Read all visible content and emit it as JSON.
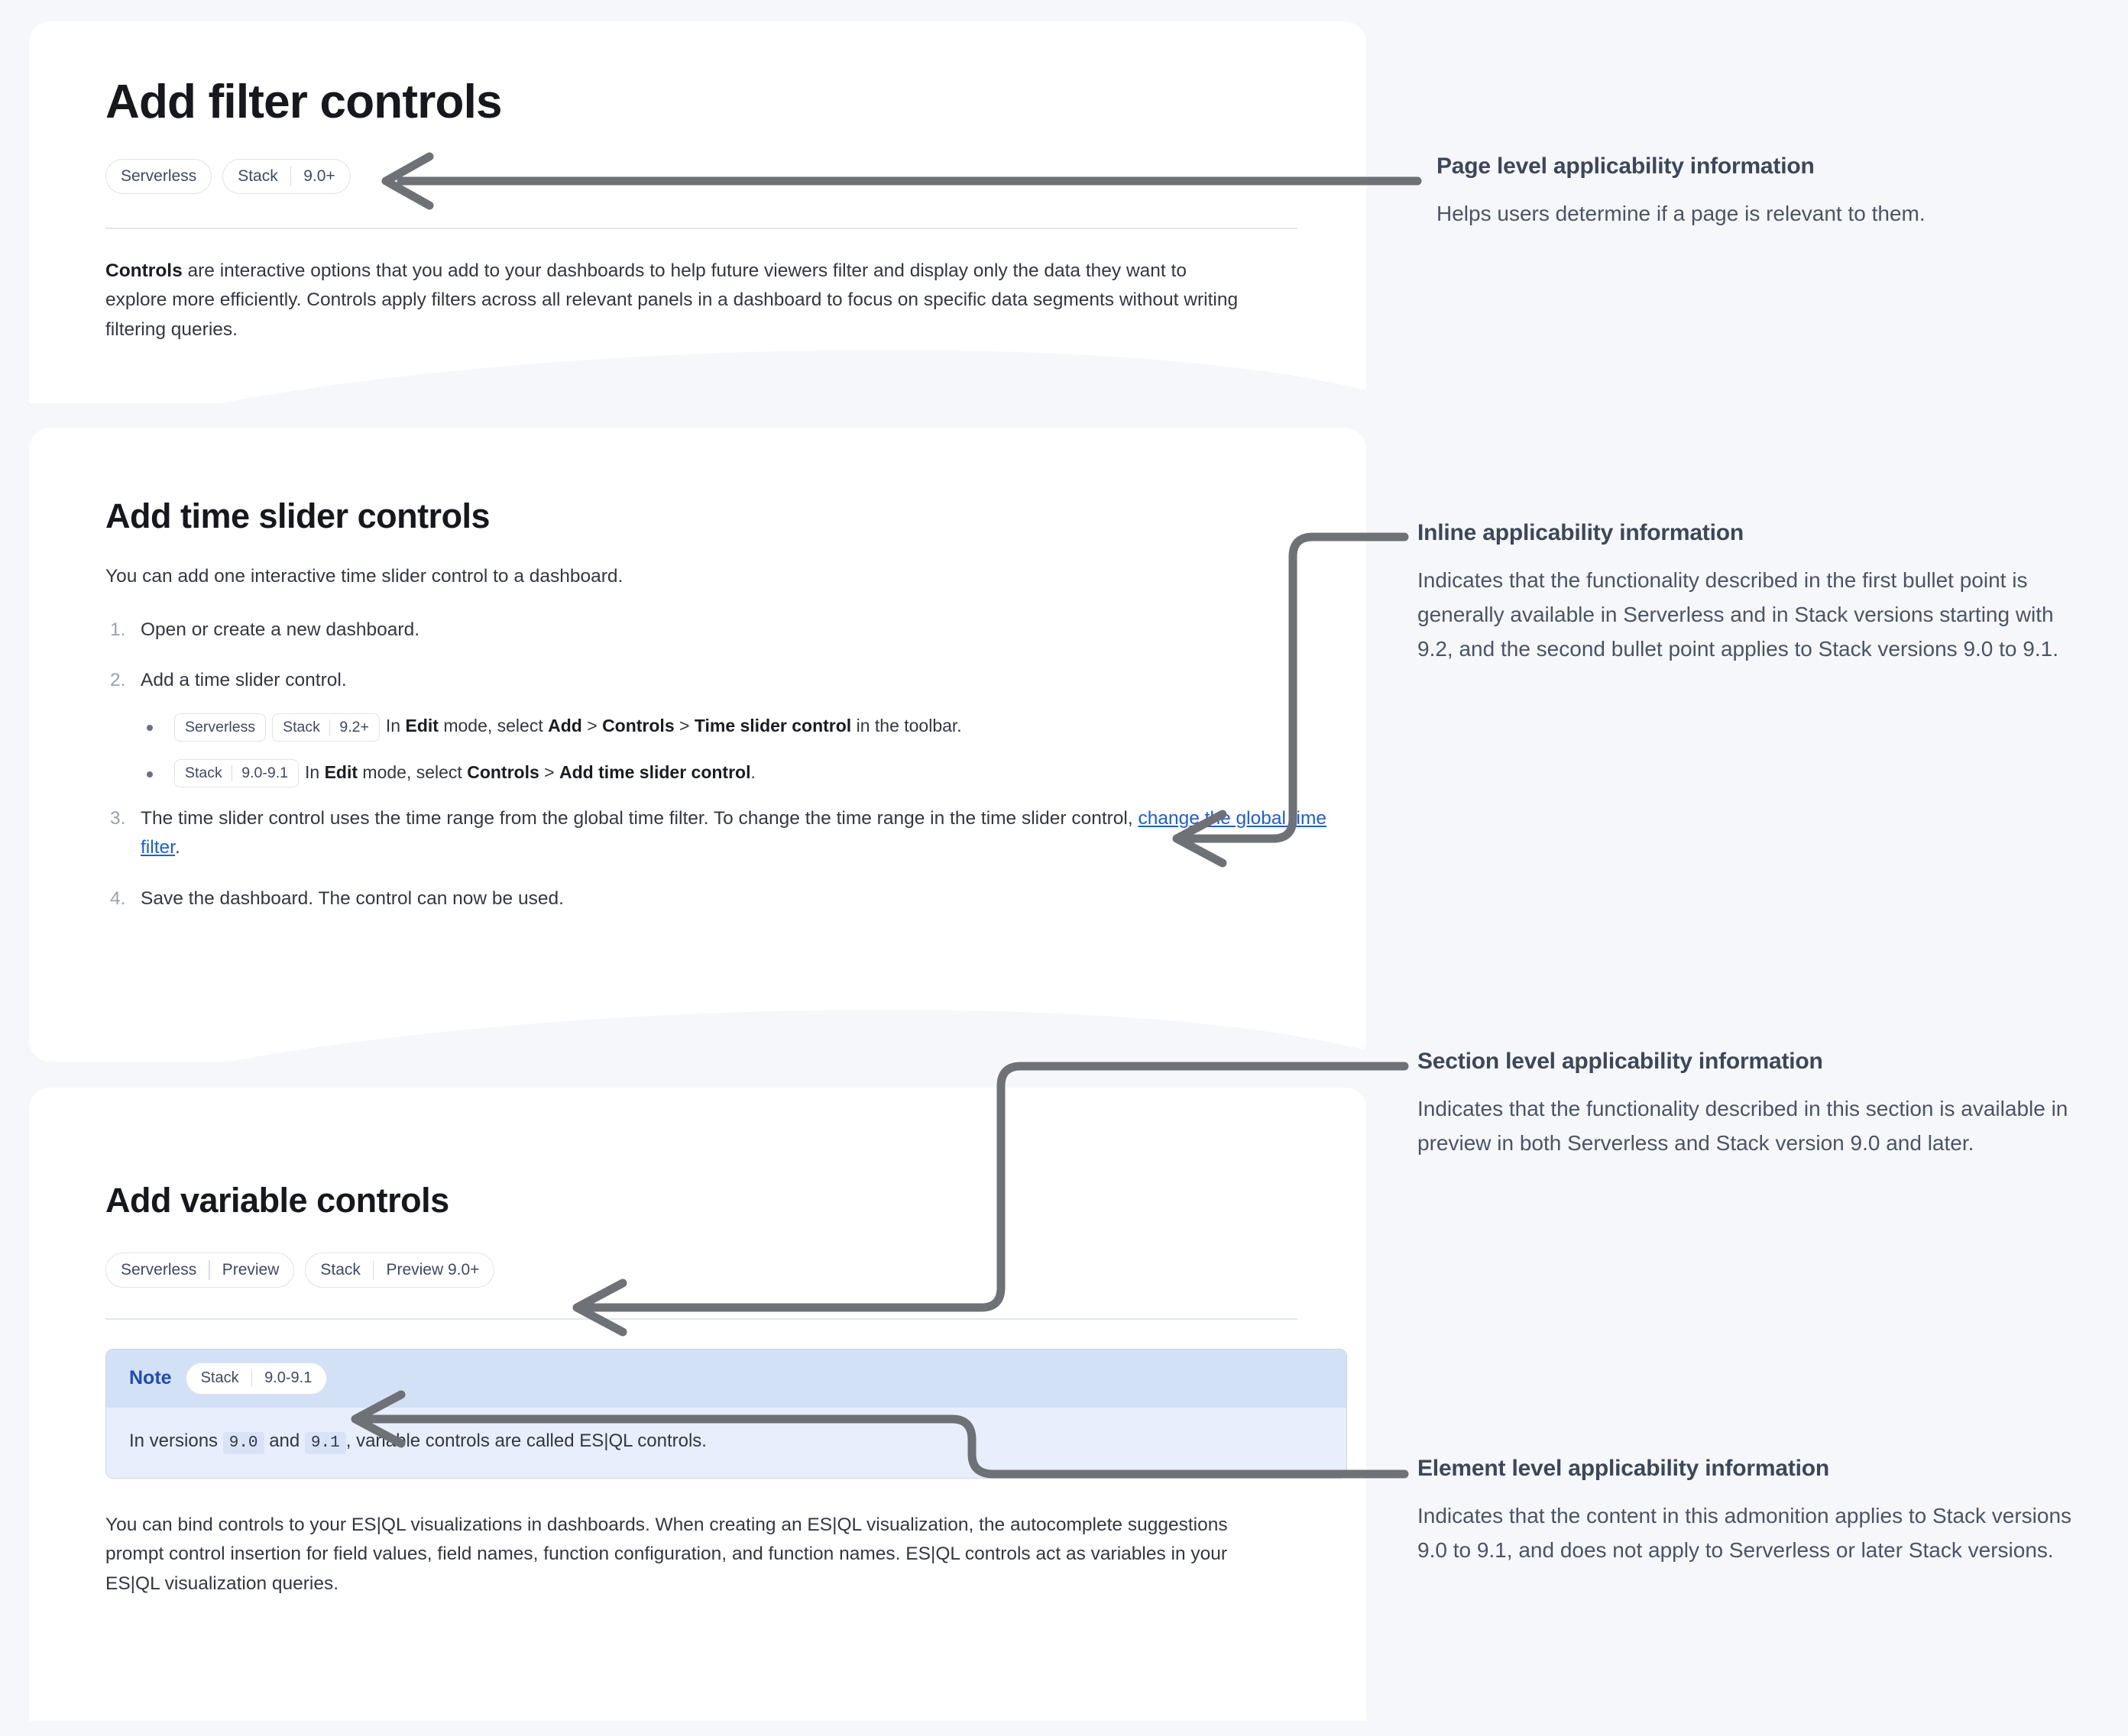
{
  "theme": {
    "page_bg": "#f6f7fb",
    "card_bg": "#ffffff",
    "heading_color": "#16181d",
    "body_color": "#343741",
    "link_color": "#1a5de0",
    "badge_text": "#3d4a63",
    "badge_border": "#e0e3ee",
    "note_header_bg": "#d3e1f7",
    "note_body_bg": "#e8eefc",
    "note_border": "#c5d6f2",
    "note_label_color": "#1e4bb8",
    "annotation_heading": "#3c4759",
    "annotation_body": "#4a5466",
    "connector_color": "#6e7175"
  },
  "doc": {
    "page_title": "Add filter controls",
    "page_badges": [
      {
        "product": "Serverless",
        "version": ""
      },
      {
        "product": "Stack",
        "version": "9.0+"
      }
    ],
    "intro": {
      "lead": "Controls",
      "rest": " are interactive options that you add to your dashboards to help future viewers filter and display only the data they want to explore more efficiently. Controls apply filters across all relevant panels in a dashboard to focus on specific data segments without writing filtering queries."
    },
    "section_time_slider": {
      "title": "Add time slider controls",
      "intro": "You can add one interactive time slider control to a dashboard.",
      "steps": [
        {
          "num": "1.",
          "text": "Open or create a new dashboard."
        },
        {
          "num": "2.",
          "text": "Add a time slider control."
        },
        {
          "num": "3.",
          "text": "The time slider control uses the time range from the global time filter. To change the time range in the time slider control, ",
          "link": "change the global time filter",
          "tail": "."
        },
        {
          "num": "4.",
          "text": "Save the dashboard. The control can now be used."
        }
      ],
      "bullets": [
        {
          "badges": [
            {
              "product": "Serverless",
              "version": ""
            },
            {
              "product": "Stack",
              "version": "9.2+"
            }
          ],
          "parts": [
            {
              "t": "In ",
              "b": false
            },
            {
              "t": "Edit",
              "b": true
            },
            {
              "t": " mode, select ",
              "b": false
            },
            {
              "t": "Add",
              "b": true
            },
            {
              "t": " > ",
              "b": false
            },
            {
              "t": "Controls",
              "b": true
            },
            {
              "t": " > ",
              "b": false
            },
            {
              "t": "Time slider control",
              "b": true
            },
            {
              "t": " in the toolbar.",
              "b": false
            }
          ]
        },
        {
          "badges": [
            {
              "product": "Stack",
              "version": "9.0-9.1"
            }
          ],
          "parts": [
            {
              "t": "In ",
              "b": false
            },
            {
              "t": "Edit",
              "b": true
            },
            {
              "t": " mode, select ",
              "b": false
            },
            {
              "t": "Controls",
              "b": true
            },
            {
              "t": " > ",
              "b": false
            },
            {
              "t": "Add time slider control",
              "b": true
            },
            {
              "t": ".",
              "b": false
            }
          ]
        }
      ]
    },
    "section_variable": {
      "title": "Add variable controls",
      "badges": [
        {
          "product": "Serverless",
          "version": "Preview"
        },
        {
          "product": "Stack",
          "version": "Preview 9.0+"
        }
      ],
      "note": {
        "label": "Note",
        "badge": {
          "product": "Stack",
          "version": "9.0-9.1"
        },
        "body_pre": "In versions ",
        "code_1": "9.0",
        "body_mid": " and ",
        "code_2": "9.1",
        "body_post": ", variable controls are called ES|QL controls."
      },
      "paragraph": "You can bind controls to your ES|QL visualizations in dashboards. When creating an ES|QL visualization, the autocomplete suggestions prompt control insertion for field values, field names, function configuration, and function names. ES|QL controls act as variables in your ES|QL visualization queries."
    }
  },
  "annotations": [
    {
      "id": "page-level",
      "title": "Page level applicability information",
      "body": "Helps users determine if a page is relevant to them."
    },
    {
      "id": "inline",
      "title": "Inline applicability information",
      "body": "Indicates that the functionality described in the first bullet point is generally available in Serverless and in Stack versions starting with 9.2, and the second bullet point applies to Stack versions 9.0 to 9.1."
    },
    {
      "id": "section-level",
      "title": "Section level applicability information",
      "body": "Indicates that the functionality described in this section is available in preview in both Serverless and Stack version 9.0 and later."
    },
    {
      "id": "element-level",
      "title": "Element level applicability information",
      "body": "Indicates that the content in this admonition applies to Stack versions 9.0 to 9.1, and does not apply to Serverless or later Stack versions."
    }
  ]
}
